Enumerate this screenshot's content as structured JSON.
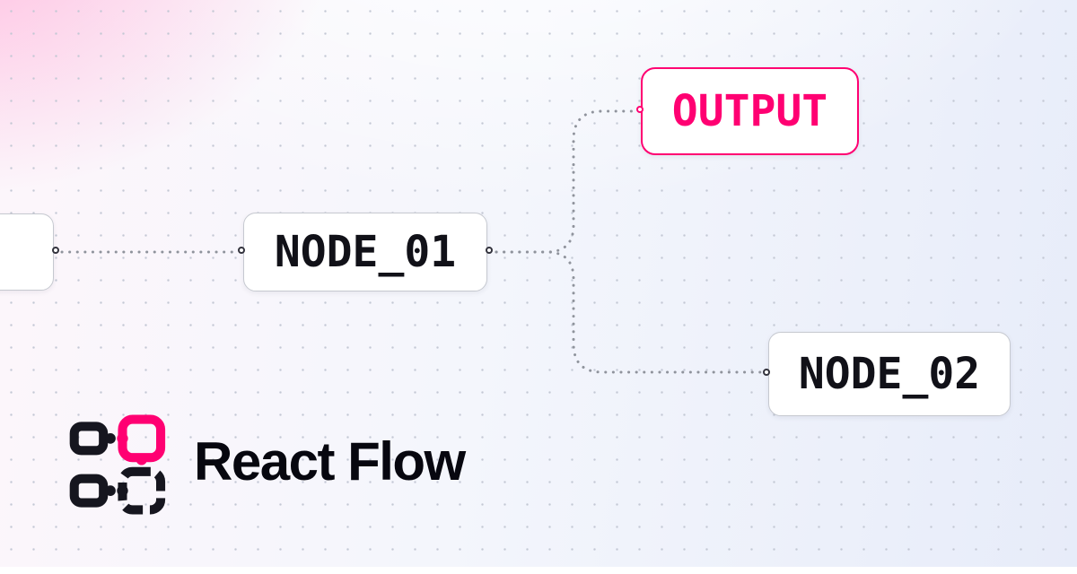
{
  "brand": {
    "name": "React Flow"
  },
  "flow": {
    "nodes": [
      {
        "id": "partial",
        "label": ""
      },
      {
        "id": "node01",
        "label": "NODE_01"
      },
      {
        "id": "output",
        "label": "OUTPUT"
      },
      {
        "id": "node02",
        "label": "NODE_02"
      }
    ],
    "edges": [
      {
        "from": "partial",
        "to": "node01",
        "style": "dotted"
      },
      {
        "from": "node01",
        "to": "output",
        "style": "dotted"
      },
      {
        "from": "node01",
        "to": "node02",
        "style": "dotted"
      }
    ]
  },
  "colors": {
    "accent": "#ff0072",
    "node-border": "#c6c9d0",
    "node-text": "#111118",
    "edge": "#8f939c",
    "handle-border": "#33333d",
    "dot-grid": "#c3c8d4"
  }
}
